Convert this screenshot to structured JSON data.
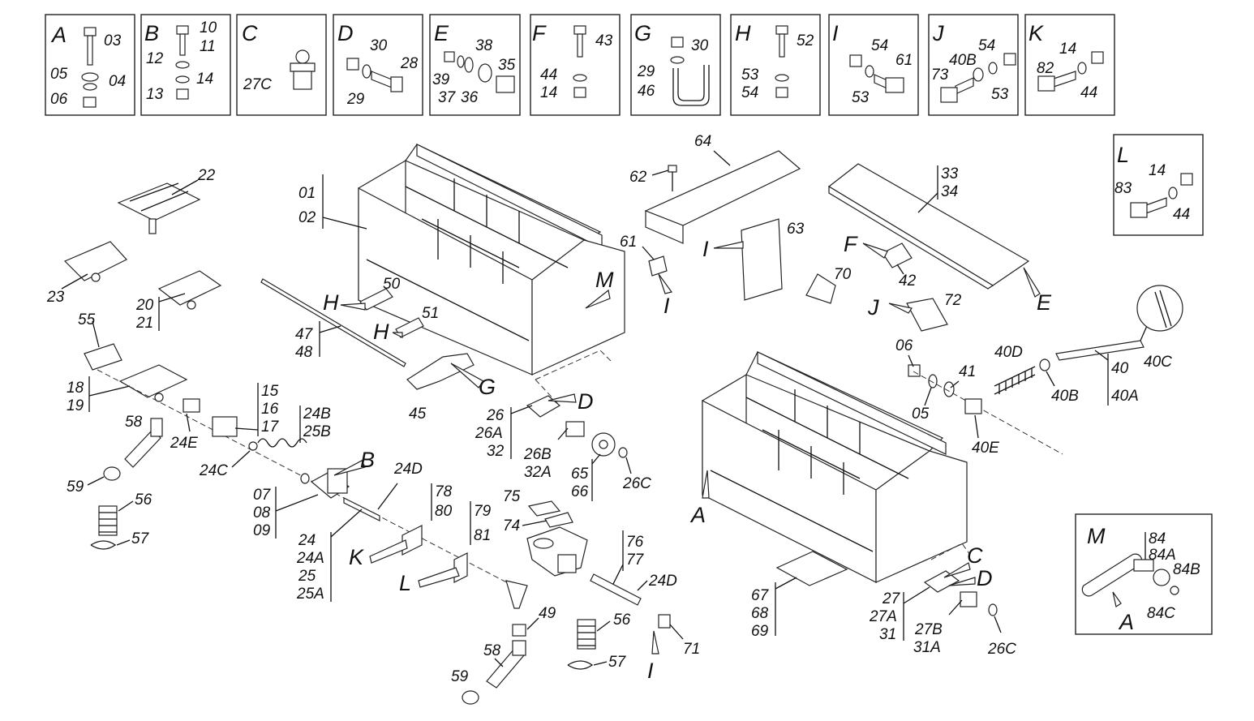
{
  "detail_boxes": [
    {
      "letter": "A",
      "parts": [
        "03",
        "05",
        "04",
        "06"
      ]
    },
    {
      "letter": "B",
      "parts": [
        "10",
        "11",
        "12",
        "14",
        "13"
      ]
    },
    {
      "letter": "C",
      "parts": [
        "27C"
      ]
    },
    {
      "letter": "D",
      "parts": [
        "30",
        "28",
        "29"
      ]
    },
    {
      "letter": "E",
      "parts": [
        "38",
        "39",
        "35",
        "37",
        "36"
      ]
    },
    {
      "letter": "F",
      "parts": [
        "43",
        "44",
        "14"
      ]
    },
    {
      "letter": "G",
      "parts": [
        "30",
        "29",
        "46"
      ]
    },
    {
      "letter": "H",
      "parts": [
        "52",
        "53",
        "54"
      ]
    },
    {
      "letter": "I",
      "parts": [
        "54",
        "61",
        "53"
      ]
    },
    {
      "letter": "J",
      "parts": [
        "54",
        "40B",
        "73",
        "53"
      ]
    },
    {
      "letter": "K",
      "parts": [
        "14",
        "82",
        "44"
      ]
    },
    {
      "letter": "L",
      "parts": [
        "14",
        "83",
        "44"
      ]
    },
    {
      "letter": "M",
      "parts": [
        "84",
        "84A",
        "84B",
        "84C",
        "A"
      ]
    }
  ],
  "callouts": {
    "c01": "01",
    "c02": "02",
    "c22": "22",
    "c23": "23",
    "c20": "20",
    "c21": "21",
    "c55": "55",
    "c18": "18",
    "c19": "19",
    "c58a": "58",
    "c24e": "24E",
    "c15": "15",
    "c16": "16",
    "c17": "17",
    "c24b": "24B",
    "c25b": "25B",
    "c24c": "24C",
    "c59a": "59",
    "c56a": "56",
    "c57a": "57",
    "c07": "07",
    "c08": "08",
    "c09": "09",
    "c24": "24",
    "c24a": "24A",
    "c25": "25",
    "c25a": "25A",
    "c24d_a": "24D",
    "c78": "78",
    "c80": "80",
    "c79": "79",
    "c81": "81",
    "c47": "47",
    "c48": "48",
    "c50": "50",
    "c51": "51",
    "c45": "45",
    "c26": "26",
    "c26a": "26A",
    "c32": "32",
    "c26b": "26B",
    "c32a": "32A",
    "c65": "65",
    "c66": "66",
    "c26c_a": "26C",
    "c75": "75",
    "c74": "74",
    "c76": "76",
    "c77": "77",
    "c24d_b": "24D",
    "c49": "49",
    "c58b": "58",
    "c59b": "59",
    "c56b": "56",
    "c57b": "57",
    "c71": "71",
    "c62": "62",
    "c64": "64",
    "c61": "61",
    "c63": "63",
    "c70": "70",
    "c33": "33",
    "c34": "34",
    "c42": "42",
    "c72": "72",
    "c06": "06",
    "c41": "41",
    "c05": "05",
    "c40d": "40D",
    "c40e": "40E",
    "c40b": "40B",
    "c40": "40",
    "c40a": "40A",
    "c40c": "40C",
    "c67": "67",
    "c68": "68",
    "c69": "69",
    "c27": "27",
    "c27a": "27A",
    "c31": "31",
    "c27b": "27B",
    "c31a": "31A",
    "c26c_b": "26C"
  },
  "letter_tags": {
    "tB": "B",
    "tK": "K",
    "tL": "L",
    "tH1": "H",
    "tH2": "H",
    "tG": "G",
    "tD1": "D",
    "tM": "M",
    "tI1": "I",
    "tI2": "I",
    "tI3": "I",
    "tF": "F",
    "tE": "E",
    "tJ": "J",
    "tA": "A",
    "tC": "C",
    "tD2": "D"
  }
}
